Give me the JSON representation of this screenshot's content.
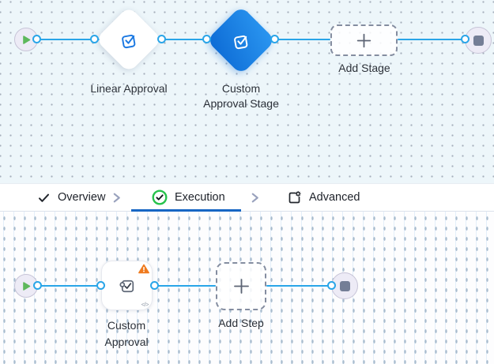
{
  "colors": {
    "flow_line_blue": "#29a5e8",
    "selected_node_blue": "#1a82e6",
    "active_tab_underline": "#1766c4",
    "success_green": "#27c24c",
    "warning_orange": "#ef7b1f",
    "start_green": "#5eb85c",
    "end_slate": "#747e96",
    "canvas_top_bg": "#edf6fa",
    "canvas_bottom_bg": "#fdfdfe"
  },
  "stage_flow": {
    "nodes": {
      "linear_approval": {
        "label": "Linear Approval"
      },
      "custom_stage": {
        "label_line1": "Custom",
        "label_line2": "Approval Stage",
        "selected": true
      },
      "add_stage": {
        "label": "Add Stage"
      }
    }
  },
  "tabs": {
    "items": [
      {
        "label": "Overview",
        "state": "completed"
      },
      {
        "label": "Execution",
        "state": "active"
      },
      {
        "label": "Advanced",
        "state": "default"
      }
    ]
  },
  "step_flow": {
    "nodes": {
      "custom_approval": {
        "label_line1": "Custom",
        "label_line2": "Approval",
        "code_badge": "</>",
        "has_warning": true
      },
      "add_step": {
        "label": "Add Step"
      }
    }
  }
}
